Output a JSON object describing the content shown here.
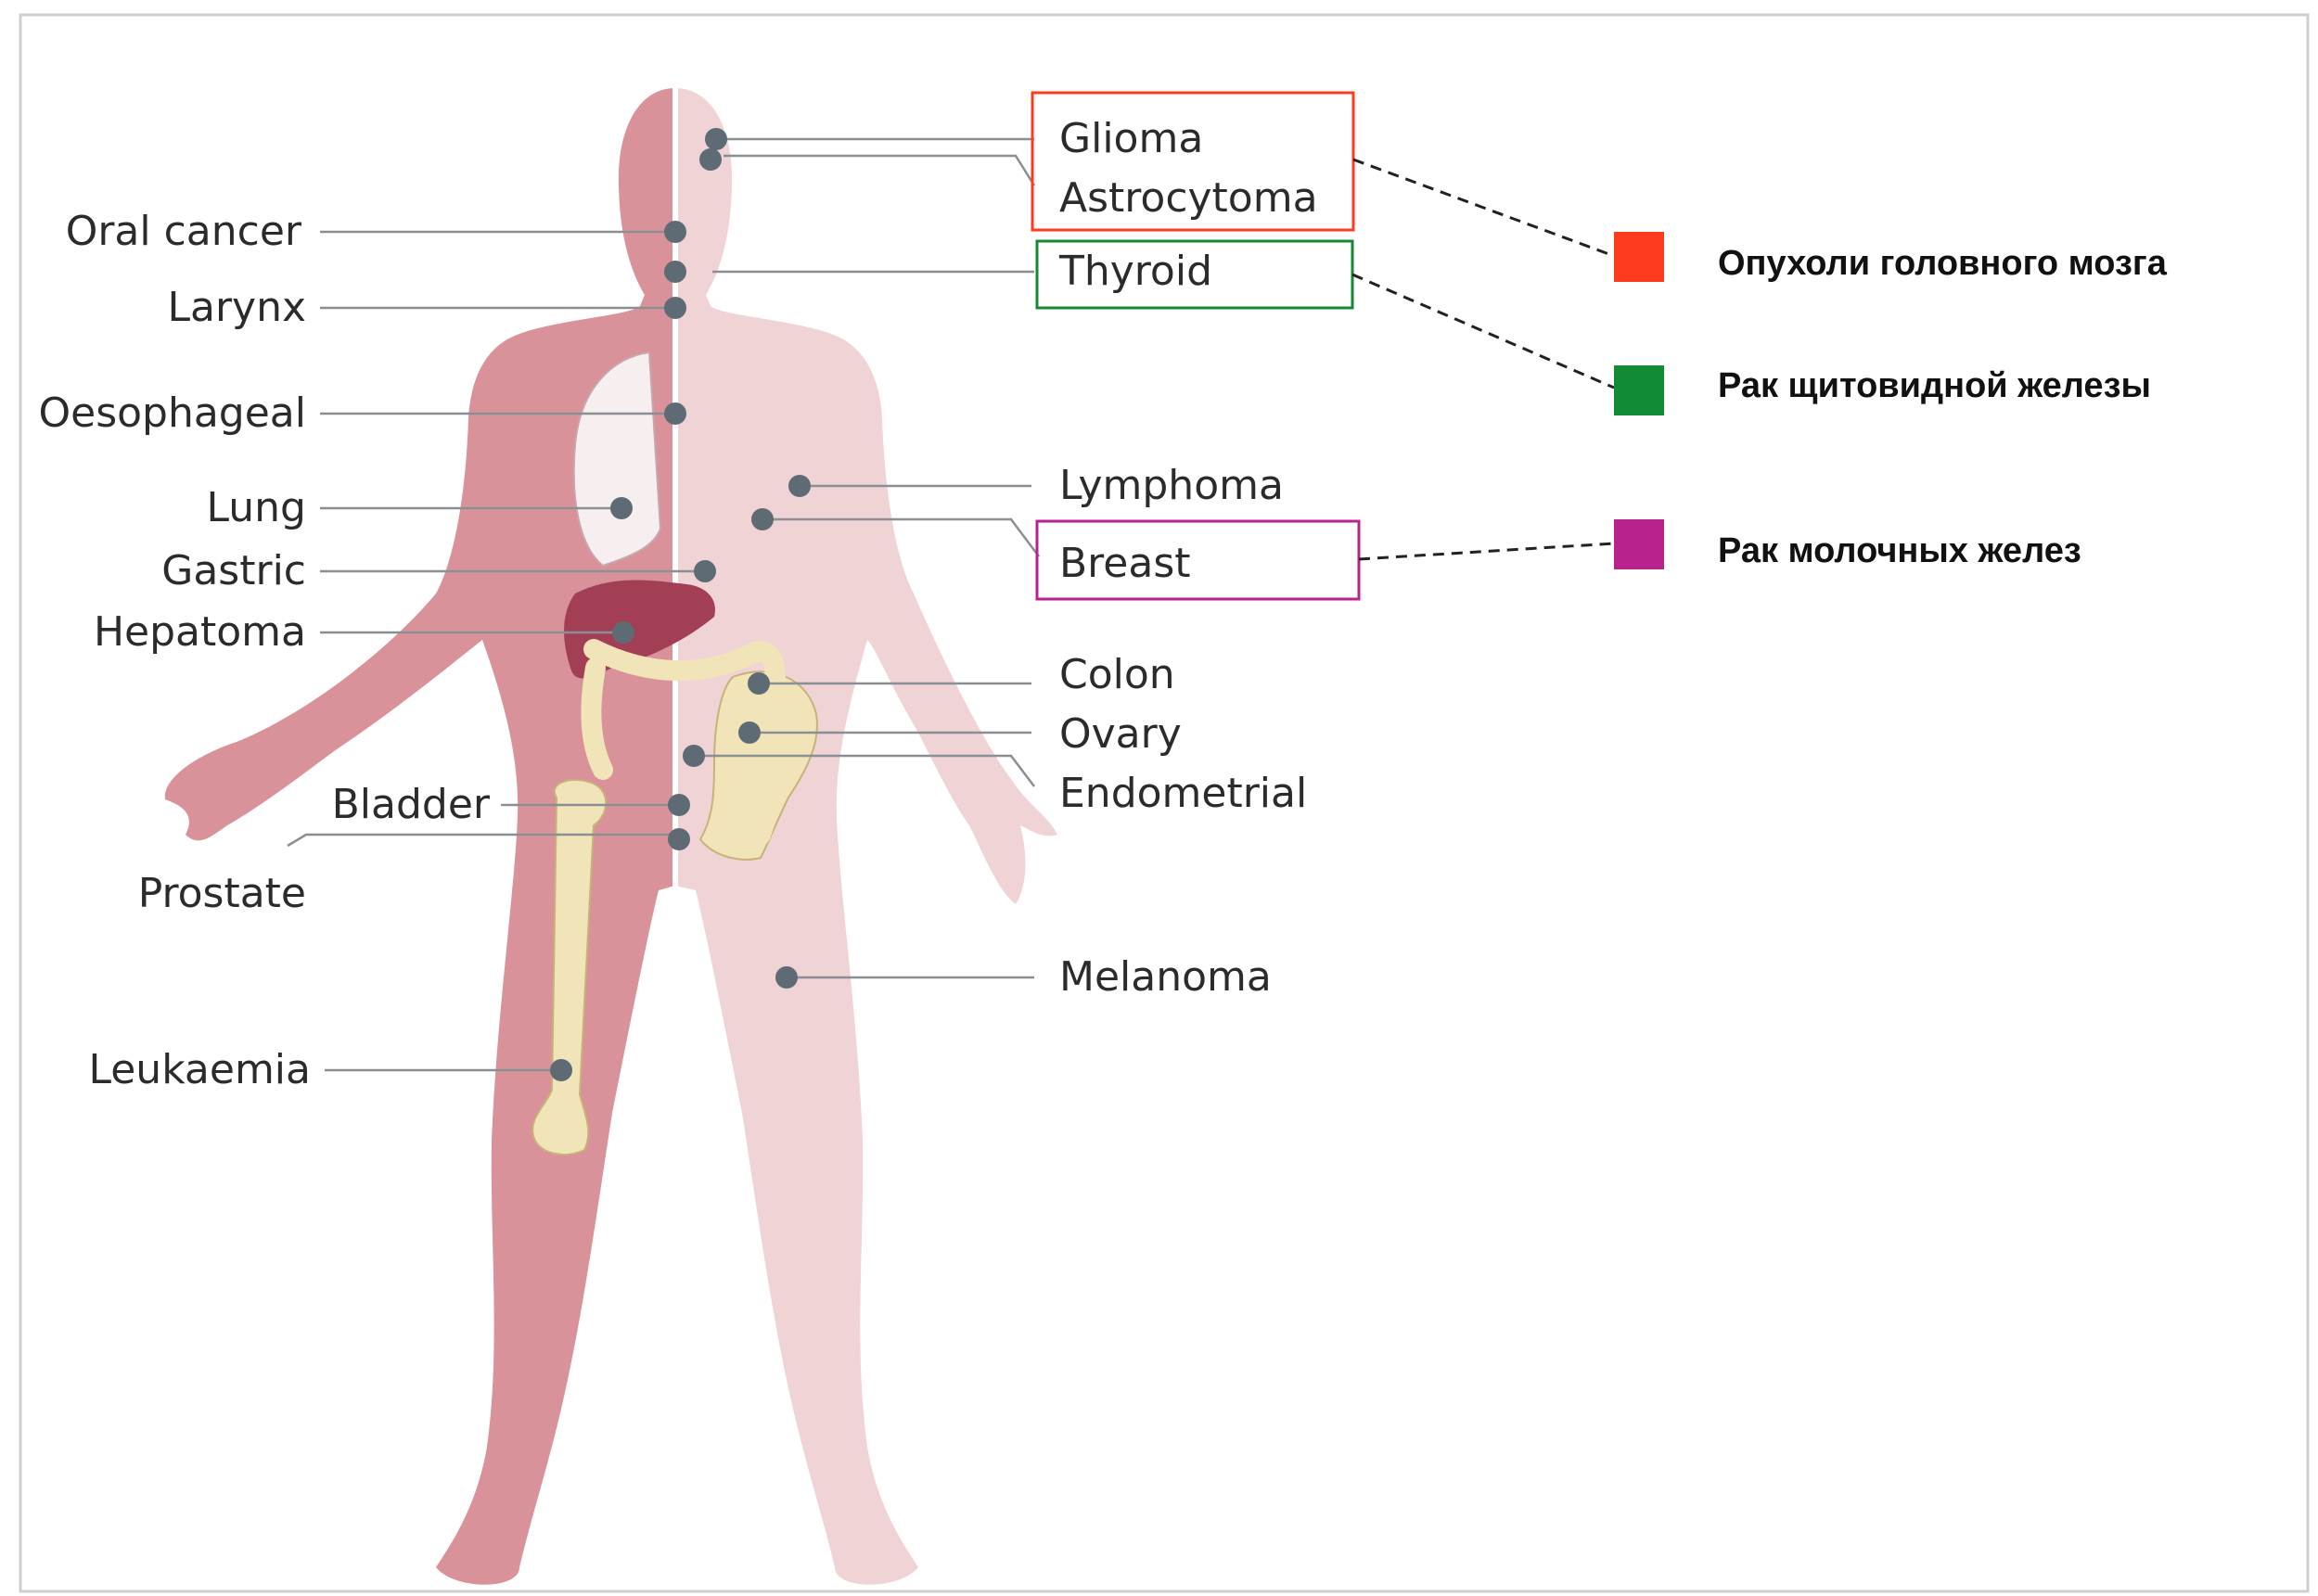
{
  "colors": {
    "body_left": "#d9929a",
    "body_right": "#f0d3d5",
    "skeleton": "#f1e4b8",
    "liver": "#a33f55",
    "lung": "#f7eef0",
    "marker": "#5e6b74",
    "brain": "#ff3b1f",
    "thyroid": "#138a36",
    "breast": "#b8228d"
  },
  "left_labels": [
    {
      "id": "oral",
      "text": "Oral cancer"
    },
    {
      "id": "larynx",
      "text": "Larynx"
    },
    {
      "id": "oesophageal",
      "text": "Oesophageal"
    },
    {
      "id": "lung",
      "text": "Lung"
    },
    {
      "id": "gastric",
      "text": "Gastric"
    },
    {
      "id": "hepatoma",
      "text": "Hepatoma"
    },
    {
      "id": "bladder",
      "text": "Bladder"
    },
    {
      "id": "prostate",
      "text": "Prostate"
    },
    {
      "id": "leukaemia",
      "text": "Leukaemia"
    }
  ],
  "right_labels": [
    {
      "id": "glioma",
      "text": "Glioma"
    },
    {
      "id": "astrocytoma",
      "text": "Astrocytoma"
    },
    {
      "id": "thyroid",
      "text": "Thyroid"
    },
    {
      "id": "lymphoma",
      "text": "Lymphoma"
    },
    {
      "id": "breast",
      "text": "Breast"
    },
    {
      "id": "colon",
      "text": "Colon"
    },
    {
      "id": "ovary",
      "text": "Ovary"
    },
    {
      "id": "endometrial",
      "text": "Endometrial"
    },
    {
      "id": "melanoma",
      "text": "Melanoma"
    }
  ],
  "legend": [
    {
      "id": "brain",
      "text": "Опухоли головного мозга",
      "color": "#ff3b1f"
    },
    {
      "id": "thyroid",
      "text": "Рак щитовидной железы",
      "color": "#138a36"
    },
    {
      "id": "breast",
      "text": "Рак молочных желез",
      "color": "#b8228d"
    }
  ]
}
